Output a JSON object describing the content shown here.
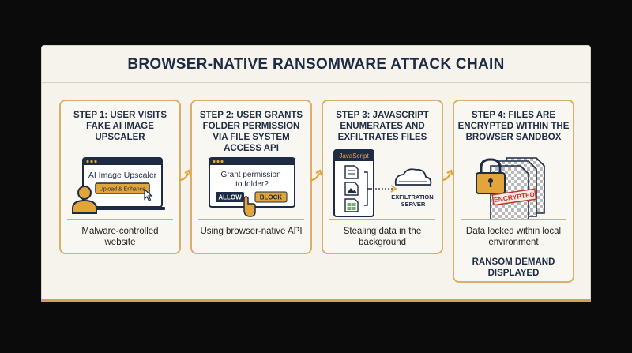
{
  "title": "BROWSER-NATIVE RANSOMWARE ATTACK CHAIN",
  "steps": [
    {
      "title": "STEP 1: USER VISITS FAKE AI IMAGE UPSCALER",
      "window_title": "AI Image Upscaler",
      "button": "Upload & Enhance",
      "caption": "Malware-controlled website"
    },
    {
      "title": "STEP 2: USER GRANTS FOLDER PERMISSION VIA FILE SYSTEM ACCESS API",
      "prompt": "Grant permission to folder?",
      "allow": "ALLOW",
      "block": "BLOCK",
      "caption": "Using browser-native API"
    },
    {
      "title": "STEP 3: JAVASCRIPT ENUMERATES AND EXFILTRATES FILES",
      "panel_label": "JavaScript",
      "server_label": "EXFILTRATION SERVER",
      "caption": "Stealing data in the background"
    },
    {
      "title": "STEP 4: FILES ARE ENCRYPTED WITHIN THE BROWSER SANDBOX",
      "stamp": "ENCRYPTED",
      "caption": "Data locked within local environment",
      "ransom": "RANSOM DEMAND DISPLAYED"
    }
  ],
  "colors": {
    "navy": "#1d2b44",
    "gold": "#d8b069",
    "accent": "#e2a53a",
    "stamp": "#c0392b"
  }
}
